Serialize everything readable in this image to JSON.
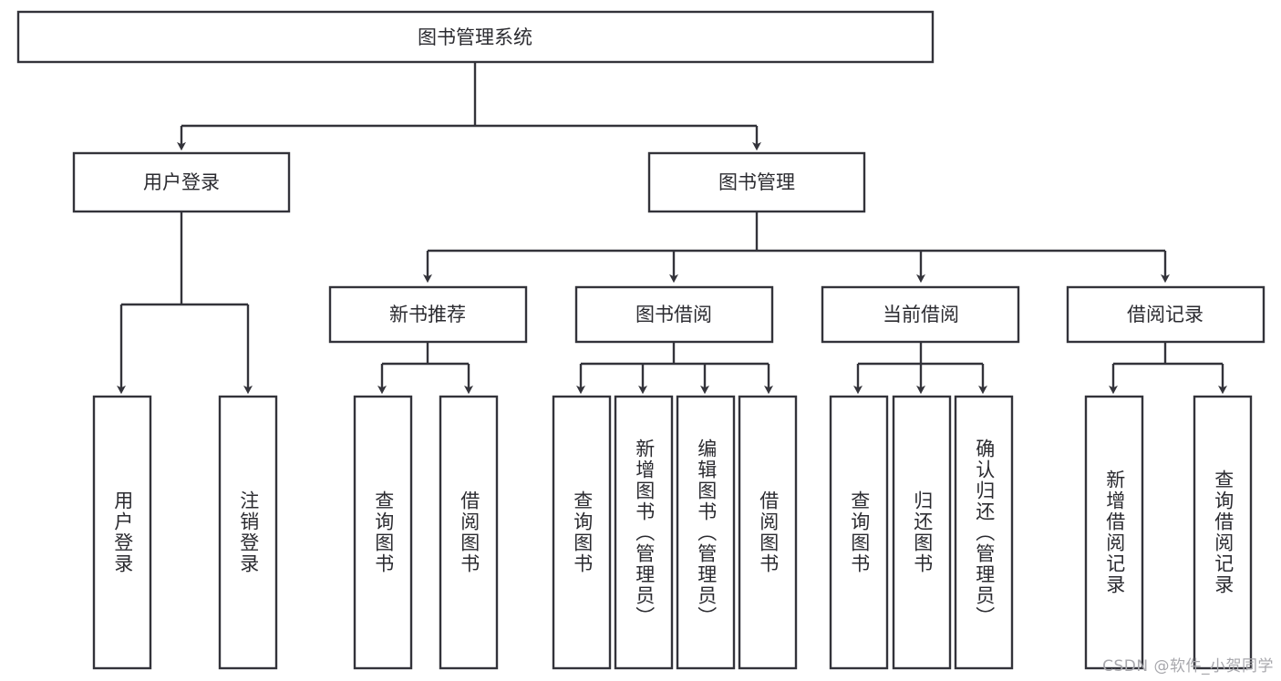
{
  "diagram": {
    "type": "tree-hierarchy",
    "title": "图书管理系统",
    "orientation": "top-down",
    "colors": {
      "stroke": "#33333a",
      "fill": "#ffffff",
      "text": "#2b2b30",
      "watermark": "#a8a8ad",
      "background": "#ffffff"
    },
    "root": {
      "label": "图书管理系统"
    },
    "level1": [
      {
        "label": "用户登录"
      },
      {
        "label": "图书管理"
      }
    ],
    "level2": [
      {
        "label": "新书推荐"
      },
      {
        "label": "图书借阅"
      },
      {
        "label": "当前借阅"
      },
      {
        "label": "借阅记录"
      }
    ],
    "leaves": {
      "user_login": [
        {
          "label": "用户登录"
        },
        {
          "label": "注销登录"
        }
      ],
      "new_book_recommend": [
        {
          "label": "查询图书"
        },
        {
          "label": "借阅图书"
        }
      ],
      "book_borrow": [
        {
          "label": "查询图书"
        },
        {
          "label": "新增图书（管理员）"
        },
        {
          "label": "编辑图书（管理员）"
        },
        {
          "label": "借阅图书"
        }
      ],
      "current_borrow": [
        {
          "label": "查询图书"
        },
        {
          "label": "归还图书"
        },
        {
          "label": "确认归还（管理员）"
        }
      ],
      "borrow_record": [
        {
          "label": "新增借阅记录"
        },
        {
          "label": "查询借阅记录"
        }
      ]
    }
  },
  "watermark": {
    "text": "CSDN @软件_小贺同学"
  }
}
